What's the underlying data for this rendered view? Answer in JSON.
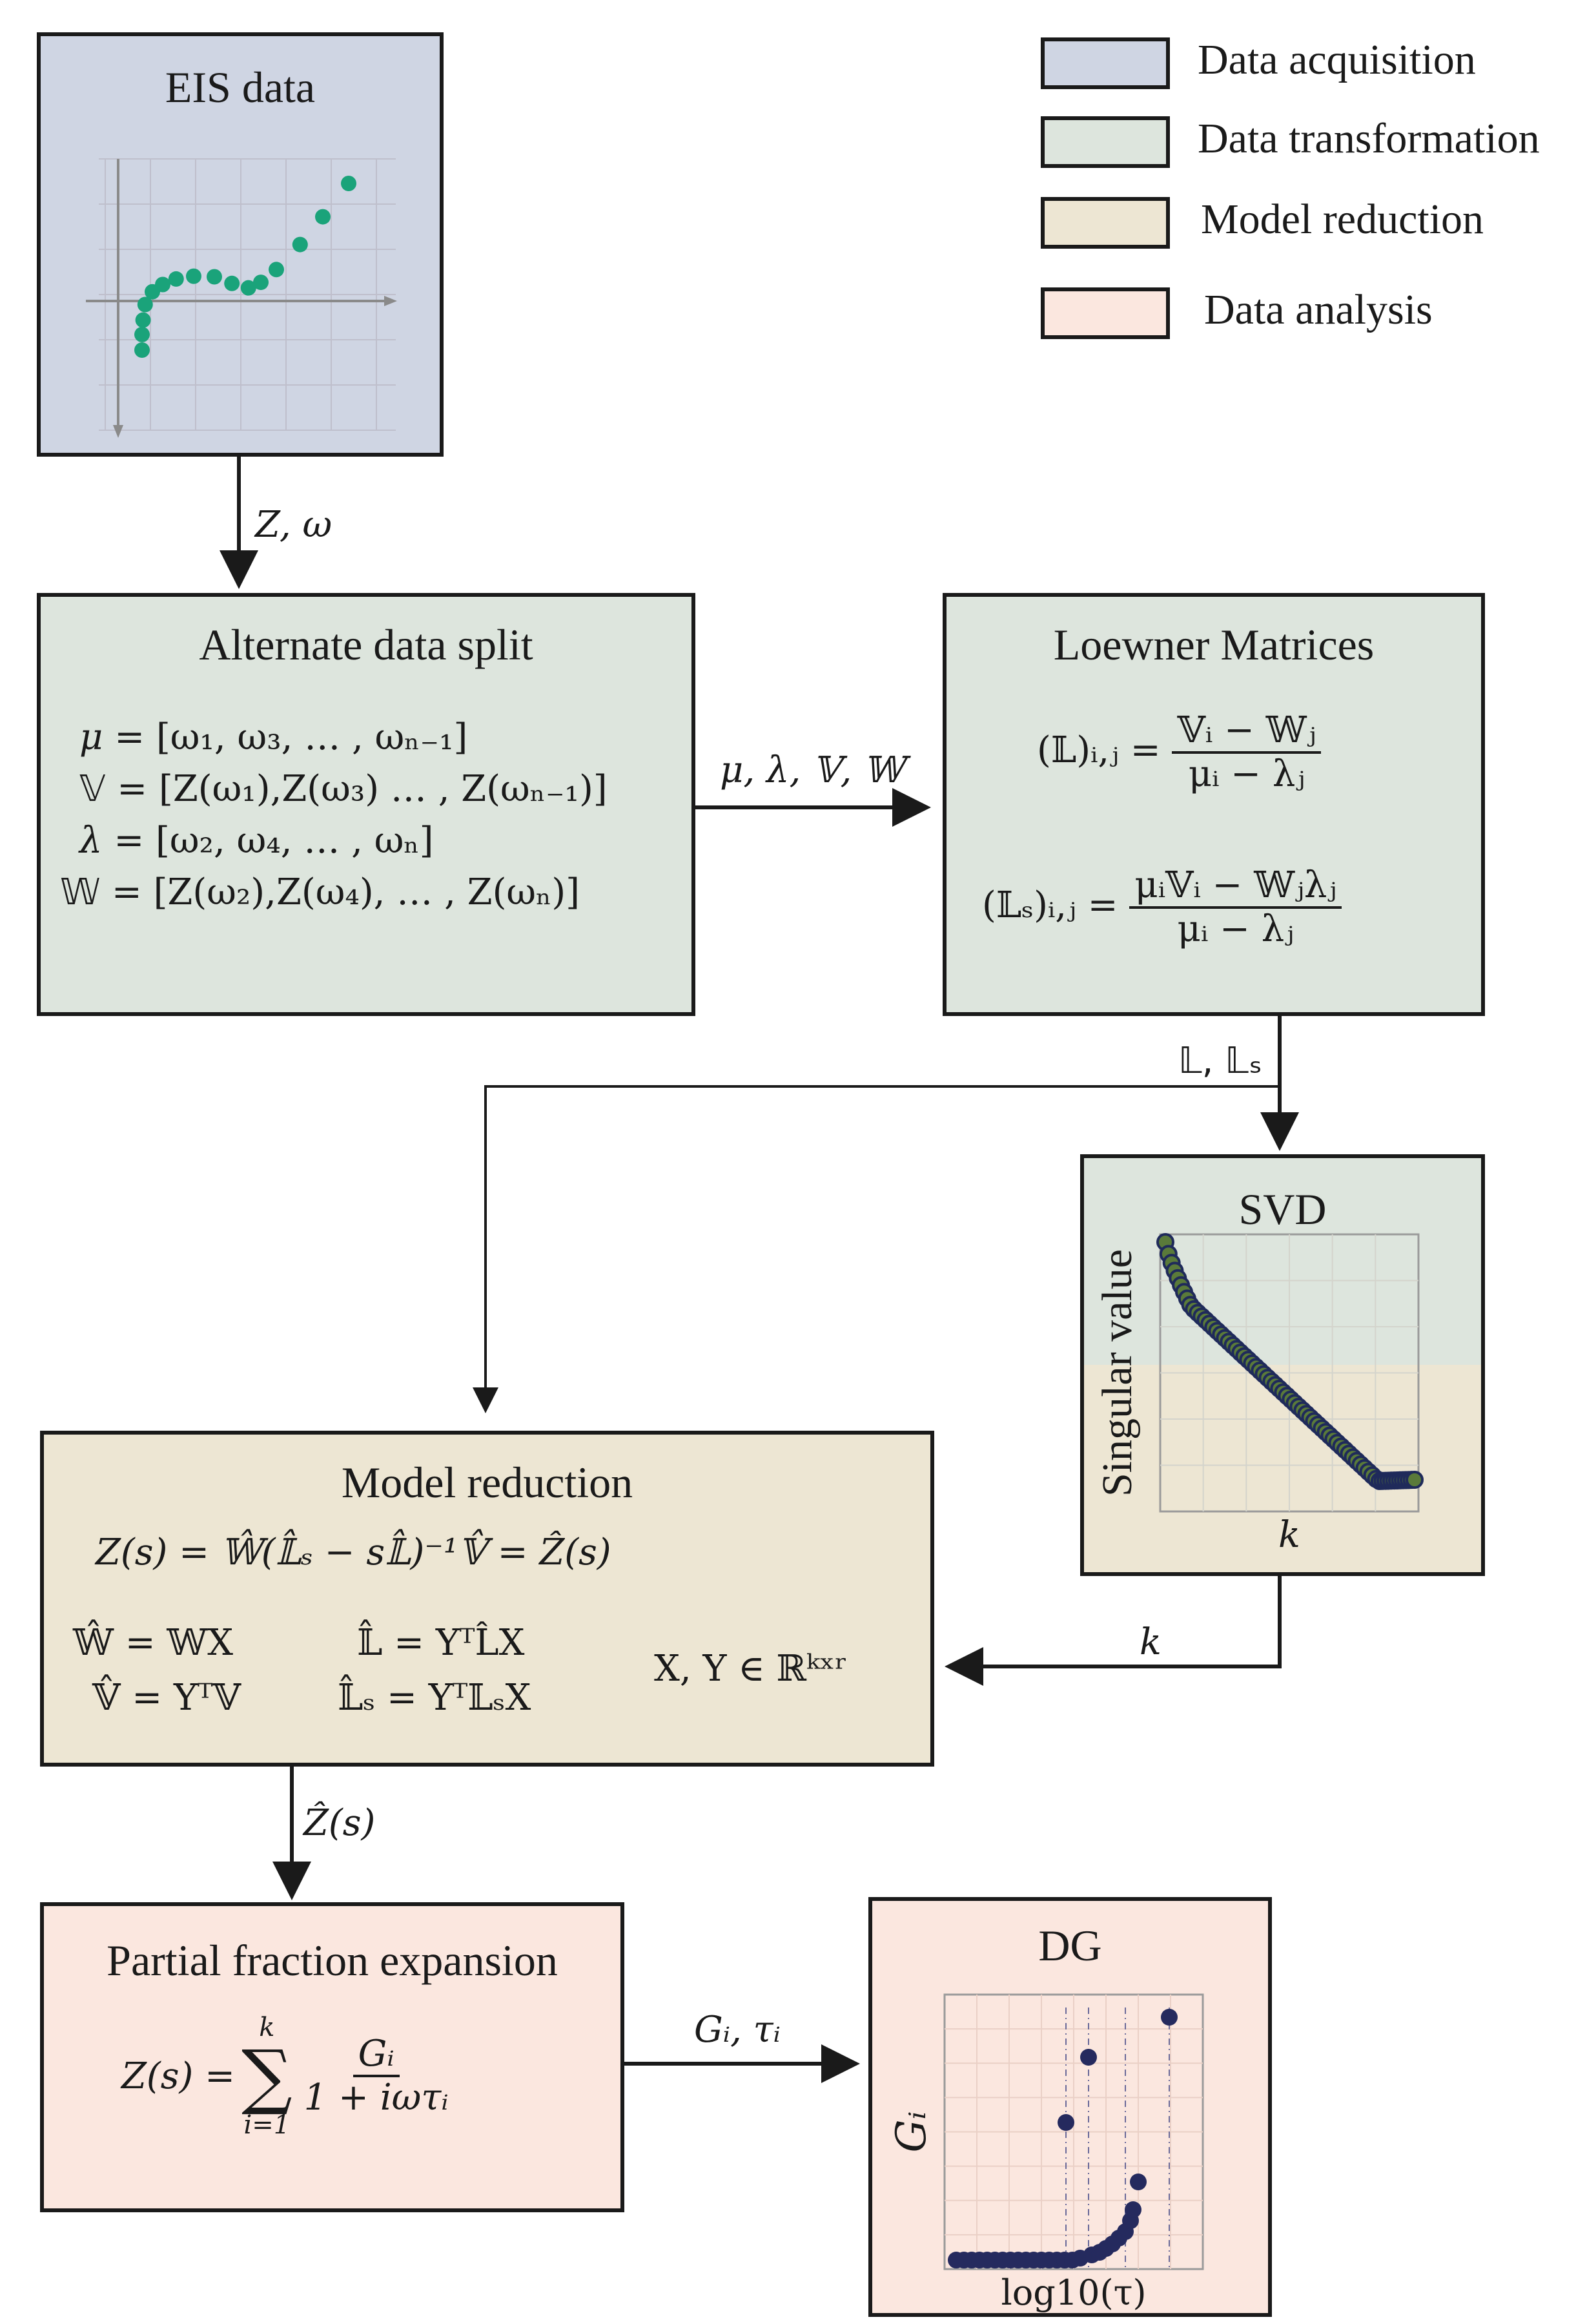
{
  "legend": [
    {
      "label": "Data acquisition",
      "color": "#cfd5e3"
    },
    {
      "label": "Data transformation",
      "color": "#dde5dd"
    },
    {
      "label": "Model reduction",
      "color": "#ede6d3"
    },
    {
      "label": "Data analysis",
      "color": "#fbe7df"
    }
  ],
  "eis": {
    "title": "EIS data",
    "point_color": "#1aa37a",
    "points": [
      [
        -0.05,
        -1.0
      ],
      [
        -0.05,
        -0.72
      ],
      [
        -0.04,
        -0.46
      ],
      [
        -0.02,
        -0.18
      ],
      [
        0.05,
        0.05
      ],
      [
        0.15,
        0.18
      ],
      [
        0.28,
        0.28
      ],
      [
        0.45,
        0.33
      ],
      [
        0.65,
        0.32
      ],
      [
        0.82,
        0.2
      ],
      [
        0.98,
        0.12
      ],
      [
        1.1,
        0.22
      ],
      [
        1.25,
        0.45
      ],
      [
        1.48,
        0.9
      ],
      [
        1.7,
        1.4
      ],
      [
        1.95,
        2.0
      ]
    ]
  },
  "split": {
    "title": "Alternate data split",
    "mu_lhs": "μ",
    "mu_rhs": "= [ω₁, ω₃, … , ωₙ₋₁]",
    "v_lhs": "𝕍",
    "v_rhs": "= [Z(ω₁),Z(ω₃) … , Z(ωₙ₋₁)]",
    "lambda_lhs": "λ",
    "lambda_rhs": "= [ω₂, ω₄, … , ωₙ]",
    "w_lhs": "𝕎",
    "w_rhs": "= [Z(ω₂),Z(ω₄), … , Z(ωₙ)]"
  },
  "loewner": {
    "title": "Loewner Matrices",
    "l_lhs": "(𝕃)ᵢ,ⱼ =",
    "l_num": "𝕍ᵢ − 𝕎ⱼ",
    "l_den": "μᵢ − λⱼ",
    "ls_lhs": "(𝕃ₛ)ᵢ,ⱼ =",
    "ls_num": "μᵢ𝕍ᵢ − 𝕎ⱼλⱼ",
    "ls_den": "μᵢ − λⱼ"
  },
  "svd": {
    "title": "SVD",
    "ylabel": "Singular value",
    "xlabel": "k",
    "marker_color": "#5a7a3a",
    "edge_color": "#1f2a5a"
  },
  "model": {
    "title": "Model reduction",
    "eq1": "Z(s) = 𝕎̂(𝕃̂ₛ − s𝕃̂)⁻¹𝕍̂ = Ẑ(s)",
    "eq_w": "𝕎̂ =  𝕎X",
    "eq_l": "𝕃̂ = YᵀL̂X",
    "eq_v": "𝕍̂ = Yᵀ𝕍",
    "eq_ls": "𝕃̂ₛ = Yᵀ𝕃ₛX",
    "eq_xy": "X, Y ∈  ℝᵏˣʳ"
  },
  "pfe": {
    "title": "Partial fraction expansion",
    "lhs": "Z(s) =",
    "sum_top": "k",
    "sum_bottom": "i=1",
    "num": "Gᵢ",
    "den": "1 + iωτᵢ"
  },
  "dg": {
    "title": "DG",
    "ylabel": "Gᵢ",
    "xlabel": "log10(τ)",
    "marker_color": "#252a5e"
  },
  "arrows": {
    "eis_to_split": "Z, ω",
    "split_to_loewner": "μ, λ, 𝕍, 𝕎",
    "loewner_out": "𝕃, 𝕃ₛ",
    "svd_to_model": "k",
    "model_to_pfe": "Ẑ(s)",
    "pfe_to_dg": "Gᵢ, τᵢ"
  }
}
